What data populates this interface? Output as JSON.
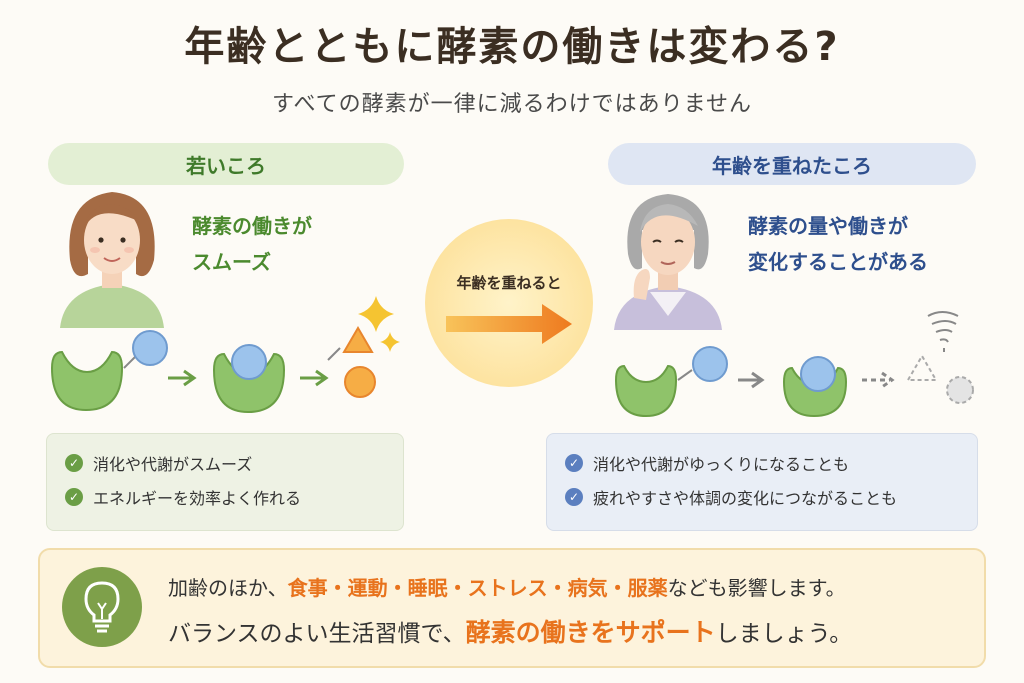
{
  "title": "年齢とともに酵素の働きは変わる?",
  "subtitle": "すべての酵素が一律に減るわけではありません",
  "young": {
    "header": "若いころ",
    "caption_line1": "酵素の働きが",
    "caption_line2": "スムーズ",
    "checks": [
      "消化や代謝がスムーズ",
      "エネルギーを効率よく作れる"
    ]
  },
  "center": {
    "label": "年齢を重ねると"
  },
  "old": {
    "header": "年齢を重ねたころ",
    "caption_line1": "酵素の量や働きが",
    "caption_line2": "変化することがある",
    "checks": [
      "消化や代謝がゆっくりになることも",
      "疲れやすさや体調の変化につながることも"
    ]
  },
  "tip": {
    "line1_pre": "加齢のほか、",
    "line1_highlight": "食事・運動・睡眠・ストレス・病気・服薬",
    "line1_post": "なども影響します。",
    "line2_pre": "バランスのよい生活習慣で、",
    "line2_highlight": "酵素の働きをサポート",
    "line2_post": "しましょう。"
  },
  "colors": {
    "young_accent": "#4b8a2e",
    "old_accent": "#2e4f8d",
    "highlight": "#e8731d",
    "enzyme_green": "#8fc36a",
    "substrate_blue": "#9cc3ec",
    "product_orange": "#f6ad45"
  },
  "icons": [
    "check-icon",
    "lightbulb-icon",
    "sparkle-icon",
    "arrow-right-icon",
    "swirl-icon"
  ]
}
